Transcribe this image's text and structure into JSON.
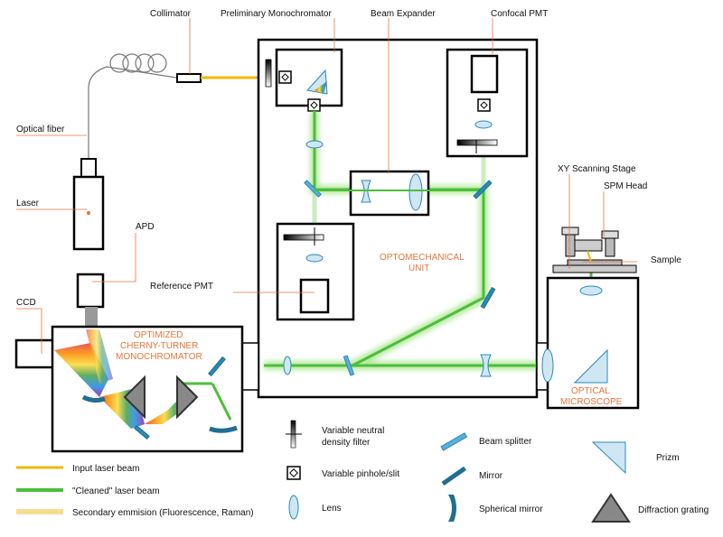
{
  "labels": {
    "collimator": "Collimator",
    "preliminary_monochromator": "Preliminary  Monochromator",
    "beam_expander": "Beam Expander",
    "confocal_pmt": "Confocal PMT",
    "optical_fiber": "Optical fiber",
    "laser": "Laser",
    "apd": "APD",
    "ccd": "CCD",
    "reference_pmt": "Reference PMT",
    "xy_scanning_stage": "XY Scanning Stage",
    "spm_head": "SPM Head",
    "sample": "Sample"
  },
  "units": {
    "optomechanical_line1": "OPTOMECHANICAL",
    "optomechanical_line2": "UNIT",
    "monochromator_line1": "OPTIMIZED",
    "monochromator_line2": "CHERNY-TURNER",
    "monochromator_line3": "MONOCHROMATOR",
    "microscope_line1": "OPTICAL",
    "microscope_line2": "MICROSCOPE"
  },
  "legend": {
    "input_beam": "Input laser beam",
    "cleaned_beam": "\"Cleaned\" laser beam",
    "secondary_emission": "Secondary emmision (Fluorescence, Raman)",
    "nd_filter_line1": "Variable neutral",
    "nd_filter_line2": "density filter",
    "pinhole": "Variable pinhole/slit",
    "lens": "Lens",
    "beam_splitter": "Beam splitter",
    "mirror": "Mirror",
    "spherical_mirror": "Spherical mirror",
    "prizm": "Prizm",
    "diffraction_grating": "Diffraction grating"
  },
  "colors": {
    "input_beam": "#f2b705",
    "cleaned_beam": "#4cbf3a",
    "secondary_emission": "#f7de8f",
    "label_accent": "#e8743b",
    "optic_blue": "#2a8ab8",
    "lens_fill": "#cfe6f3"
  }
}
